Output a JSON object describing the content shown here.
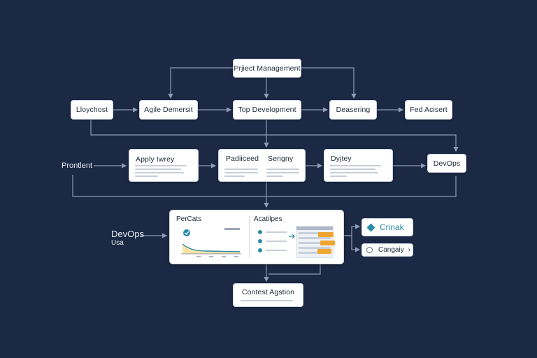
{
  "nodes": {
    "project_management": "Prjiect Management",
    "lloychost": "Lloychost",
    "agile_demersit": "Agile Demersit",
    "top_development": "Top Development",
    "deasering": "Deasering",
    "fed_acisert": "Fed Acisert",
    "apply_iwrey": "Apply Iwrey",
    "padiiceed": "Padiiceed",
    "sengny": "Sengny",
    "dyjtey": "Dyjtey",
    "devops_right": "DevOps",
    "content_agstion": "Contest Agstion"
  },
  "free_labels": {
    "prontlent": "Prontlent",
    "devops": "DevOps",
    "usa": "Usa"
  },
  "panel": {
    "left_title": "PerCats",
    "right_title": "Acatilpes"
  },
  "side_buttons": {
    "crinak": "Crinak",
    "cangaiy": "Cangaiy"
  },
  "colors": {
    "background": "#1b2944",
    "node_fill": "#ffffff",
    "connector": "#8d9bb3",
    "accent_teal": "#2a8ca8",
    "accent_orange": "#f0a531",
    "chart_fill": "#f5e3a8"
  },
  "icons": [
    "diamond-icon",
    "chevron-right-icon",
    "circle-icon",
    "check-icon"
  ]
}
